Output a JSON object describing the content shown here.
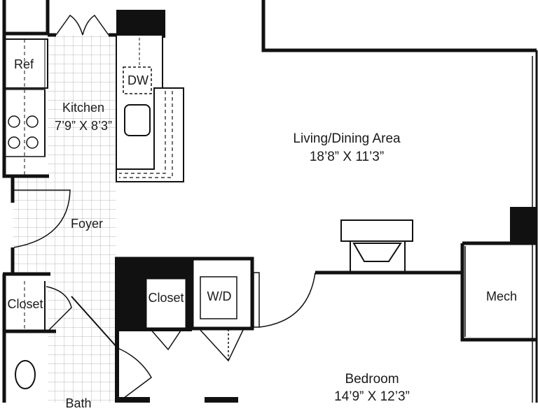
{
  "floorplan": {
    "colors": {
      "wall": "#111111",
      "tile": "#b8b8b8",
      "background": "#ffffff"
    },
    "rooms": {
      "ref": {
        "name": "Ref"
      },
      "dw": {
        "name": "DW"
      },
      "kitchen": {
        "name": "Kitchen",
        "size": "7’9” X 8’3”"
      },
      "living": {
        "name": "Living/Dining Area",
        "size": "18’8” X 11’3”"
      },
      "foyer": {
        "name": "Foyer"
      },
      "closet_left": {
        "name": "Closet"
      },
      "closet_mid": {
        "name": "Closet"
      },
      "wd": {
        "name": "W/D"
      },
      "mech": {
        "name": "Mech"
      },
      "bedroom": {
        "name": "Bedroom",
        "size": "14’9” X 12’3”"
      },
      "bath": {
        "name": "Bath"
      }
    }
  }
}
